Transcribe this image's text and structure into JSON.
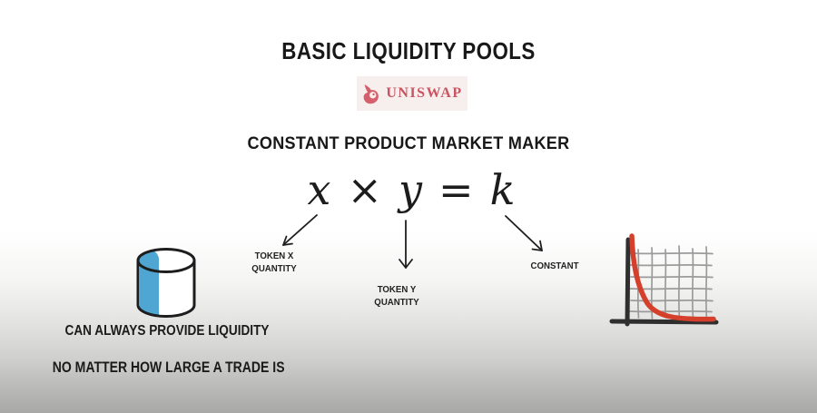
{
  "slide": {
    "title": "BASIC LIQUIDITY POOLS",
    "subtitle": "CONSTANT PRODUCT MARKET MAKER"
  },
  "brand": {
    "name": "UNISWAP",
    "icon": "unicorn-icon",
    "text_color": "#ca5460",
    "badge_bg": "#f7efee"
  },
  "formula": {
    "x": "x",
    "times": "×",
    "y": "y",
    "equals": "=",
    "k": "k"
  },
  "callouts": {
    "token_x": {
      "line1": "TOKEN X",
      "line2": "QUANTITY"
    },
    "token_y": {
      "line1": "TOKEN Y",
      "line2": "QUANTITY"
    },
    "constant": {
      "line1": "CONSTANT"
    }
  },
  "pool_illustration": {
    "icon": "cylinder-pool-icon",
    "fill_color": "#4fa6d3",
    "caption_line1": "CAN ALWAYS PROVIDE LIQUIDITY",
    "caption_line2": "NO MATTER HOW LARGE A TRADE IS"
  },
  "graph": {
    "icon": "hyperbola-curve-sketch",
    "type": "line",
    "curve": "x*y=k hyperbola, decreasing convex curve on hand-drawn grid",
    "curve_color": "#d5402c",
    "axis_color": "#2f2f2f",
    "grid_color": "#9b9b9b"
  }
}
